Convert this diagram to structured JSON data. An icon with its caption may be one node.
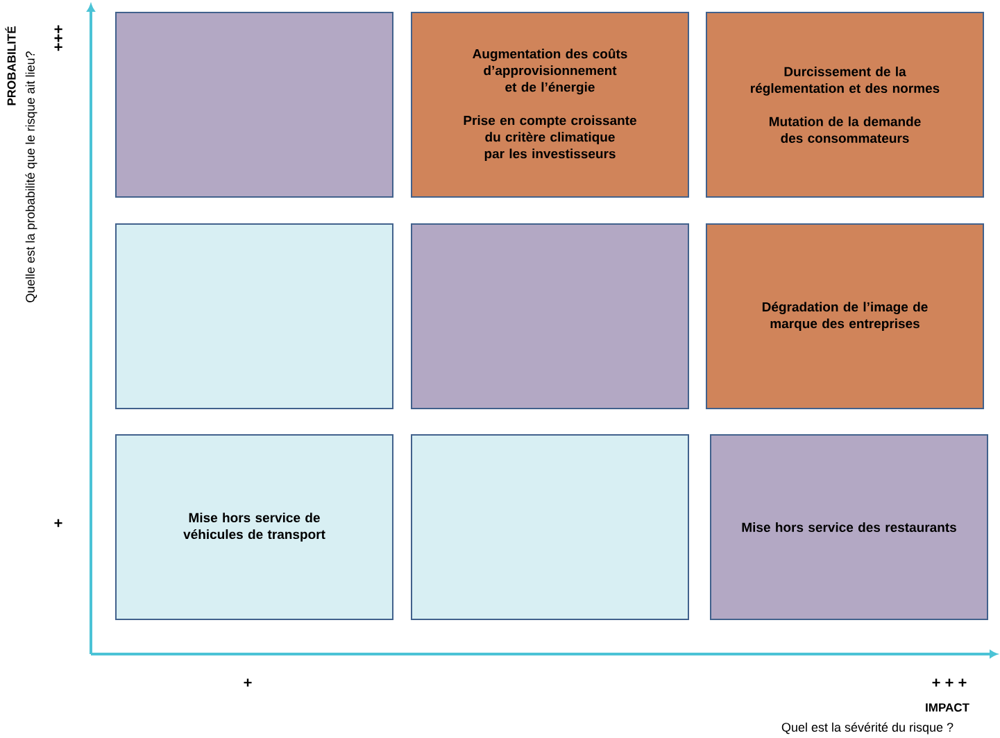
{
  "diagram": {
    "nodes": [
      {
        "text": [],
        "shape": "box"
      },
      {
        "text": [
          "Augmentation des coûts d’approvisionnement et de l’énergie",
          "Prise en compte croissante du critère climatique par les investisseurs"
        ]
      },
      {
        "text": [
          "Durcissement de la réglementation et des normes",
          "Mutation de la demande des consommateurs"
        ]
      },
      {
        "text": [],
        "shape": "box"
      },
      {
        "text": [],
        "shape": "box"
      },
      {
        "text": [
          "Dégradation de l’image de marque des entreprises"
        ]
      },
      {
        "text": [
          "Mise hors service de véhicules de transport"
        ]
      },
      {
        "text": [],
        "shape": "box"
      },
      {
        "text": [
          "Mise hors service des restaurants"
        ]
      }
    ],
    "labels": [
      "PROBABILITÉ",
      "Quelle est la probabilité que le risque ait lieu?",
      "+++",
      "+",
      "+",
      "+ + +",
      "IMPACT",
      "Quel est la sévérité du risque ?"
    ]
  }
}
